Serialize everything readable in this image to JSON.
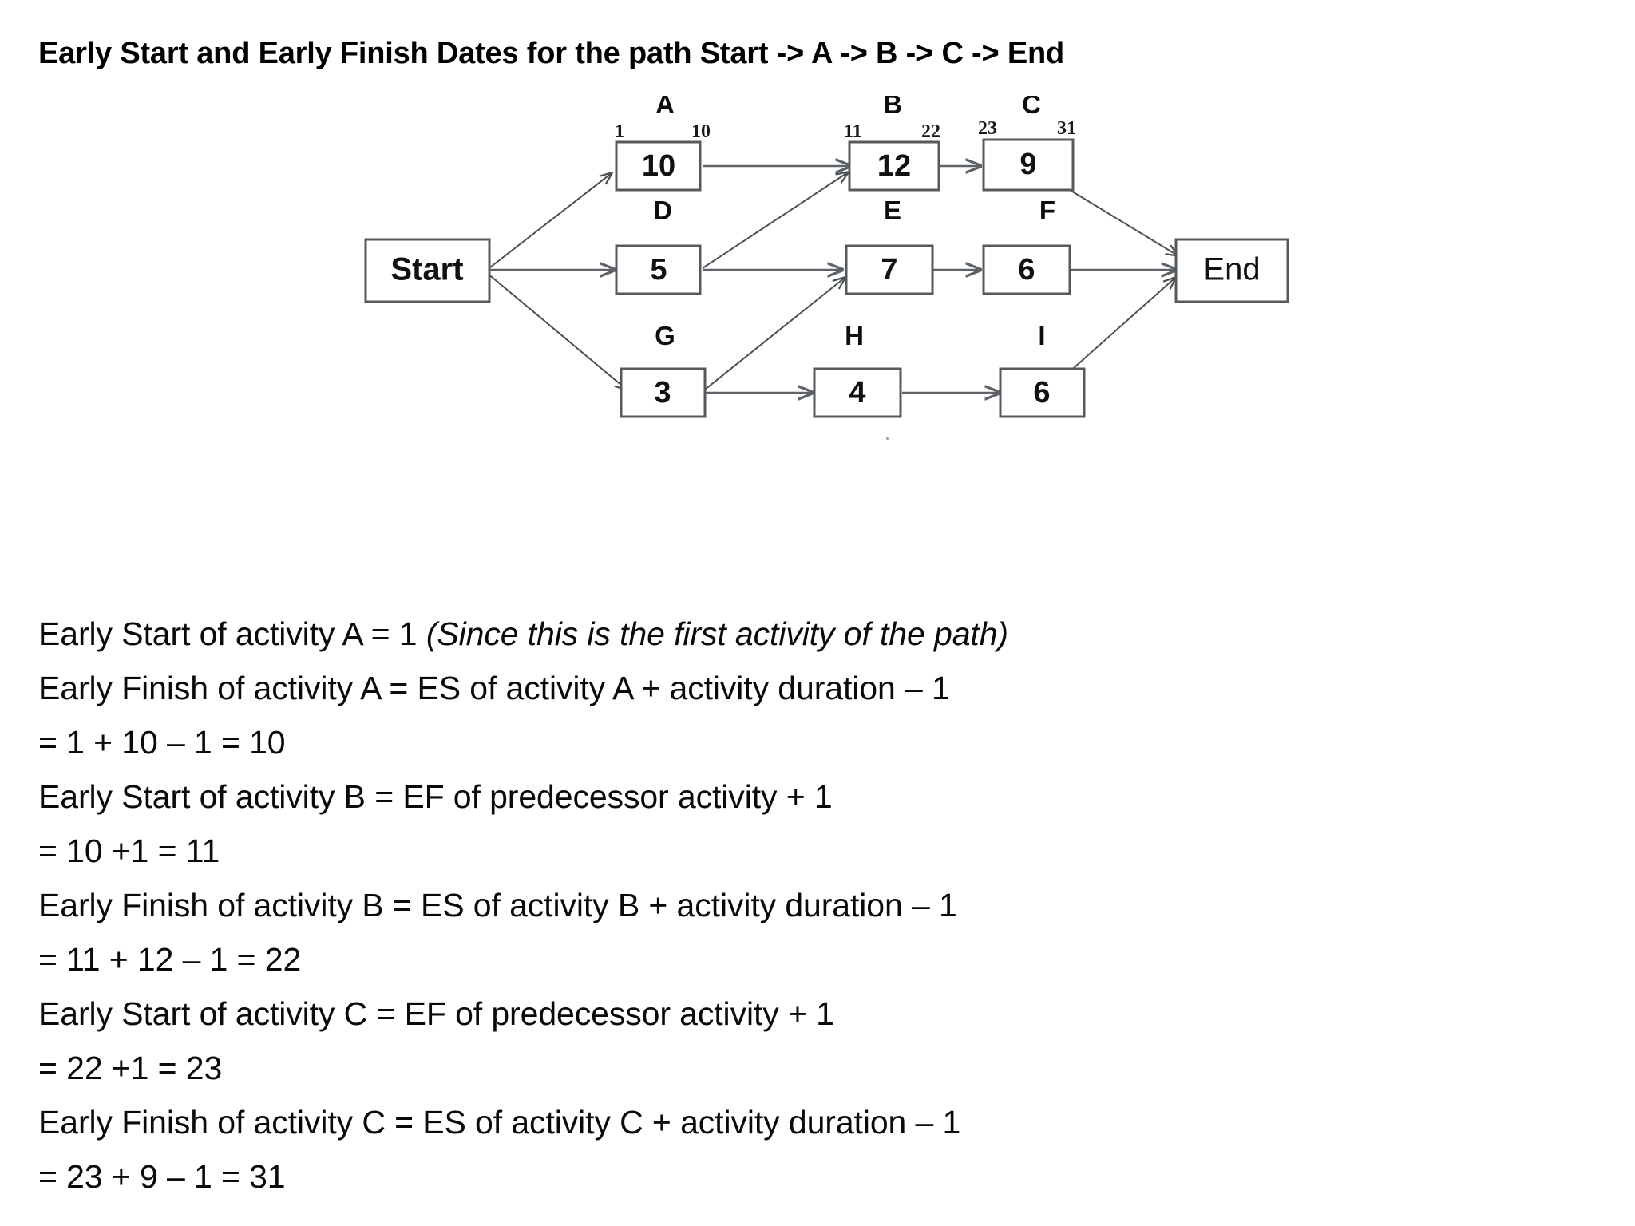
{
  "page": {
    "title": "Early Start and Early Finish Dates for the path Start -> A -> B -> C -> End"
  },
  "diagram": {
    "type": "activity-on-node-network",
    "terminals": [
      {
        "id": "start",
        "label": "Start"
      },
      {
        "id": "end",
        "label": "End"
      }
    ],
    "nodes": [
      {
        "id": "A",
        "name": "A",
        "duration": "10",
        "early_start": "1",
        "early_finish": "10"
      },
      {
        "id": "B",
        "name": "B",
        "duration": "12",
        "early_start": "11",
        "early_finish": "22"
      },
      {
        "id": "C",
        "name": "C",
        "duration": "9",
        "early_start": "23",
        "early_finish": "31"
      },
      {
        "id": "D",
        "name": "D",
        "duration": "5",
        "early_start": "",
        "early_finish": ""
      },
      {
        "id": "E",
        "name": "E",
        "duration": "7",
        "early_start": "",
        "early_finish": ""
      },
      {
        "id": "F",
        "name": "F",
        "duration": "6",
        "early_start": "",
        "early_finish": ""
      },
      {
        "id": "G",
        "name": "G",
        "duration": "3",
        "early_start": "",
        "early_finish": ""
      },
      {
        "id": "H",
        "name": "H",
        "duration": "4",
        "early_start": "",
        "early_finish": ""
      },
      {
        "id": "I",
        "name": "I",
        "duration": "6",
        "early_start": "",
        "early_finish": ""
      }
    ],
    "edges": [
      {
        "from": "start",
        "to": "A"
      },
      {
        "from": "start",
        "to": "D"
      },
      {
        "from": "start",
        "to": "G"
      },
      {
        "from": "A",
        "to": "B"
      },
      {
        "from": "B",
        "to": "C"
      },
      {
        "from": "C",
        "to": "end"
      },
      {
        "from": "D",
        "to": "B"
      },
      {
        "from": "D",
        "to": "E"
      },
      {
        "from": "E",
        "to": "F"
      },
      {
        "from": "F",
        "to": "end"
      },
      {
        "from": "G",
        "to": "E"
      },
      {
        "from": "G",
        "to": "H"
      },
      {
        "from": "H",
        "to": "I"
      },
      {
        "from": "I",
        "to": "end"
      }
    ]
  },
  "explanation": {
    "lines": [
      {
        "id": "l1",
        "text": "Early Start of activity A = 1 ",
        "italic": "(Since this is the first activity of the path)"
      },
      {
        "id": "l2",
        "text": "Early Finish of activity A = ES of activity A + activity duration – 1",
        "italic": ""
      },
      {
        "id": "l3",
        "text": "= 1 + 10 – 1 = 10",
        "italic": ""
      },
      {
        "id": "l4",
        "text": "Early Start of activity B = EF of predecessor activity + 1",
        "italic": ""
      },
      {
        "id": "l5",
        "text": "= 10 +1 = 11",
        "italic": ""
      },
      {
        "id": "l6",
        "text": "Early Finish of activity B = ES of activity B + activity duration – 1",
        "italic": ""
      },
      {
        "id": "l7",
        "text": "= 11 + 12 – 1 = 22",
        "italic": ""
      },
      {
        "id": "l8",
        "text": "Early Start of activity C = EF of predecessor activity + 1",
        "italic": ""
      },
      {
        "id": "l9",
        "text": "= 22 +1 = 23",
        "italic": ""
      },
      {
        "id": "l10",
        "text": "Early Finish of activity C = ES of activity C + activity duration – 1",
        "italic": ""
      },
      {
        "id": "l11",
        "text": "= 23 + 9 – 1 = 31",
        "italic": ""
      }
    ]
  },
  "colors": {
    "background": "#ffffff",
    "text": "#000000",
    "box_stroke": "#555a5e",
    "edge_stroke": "#5d6368"
  }
}
